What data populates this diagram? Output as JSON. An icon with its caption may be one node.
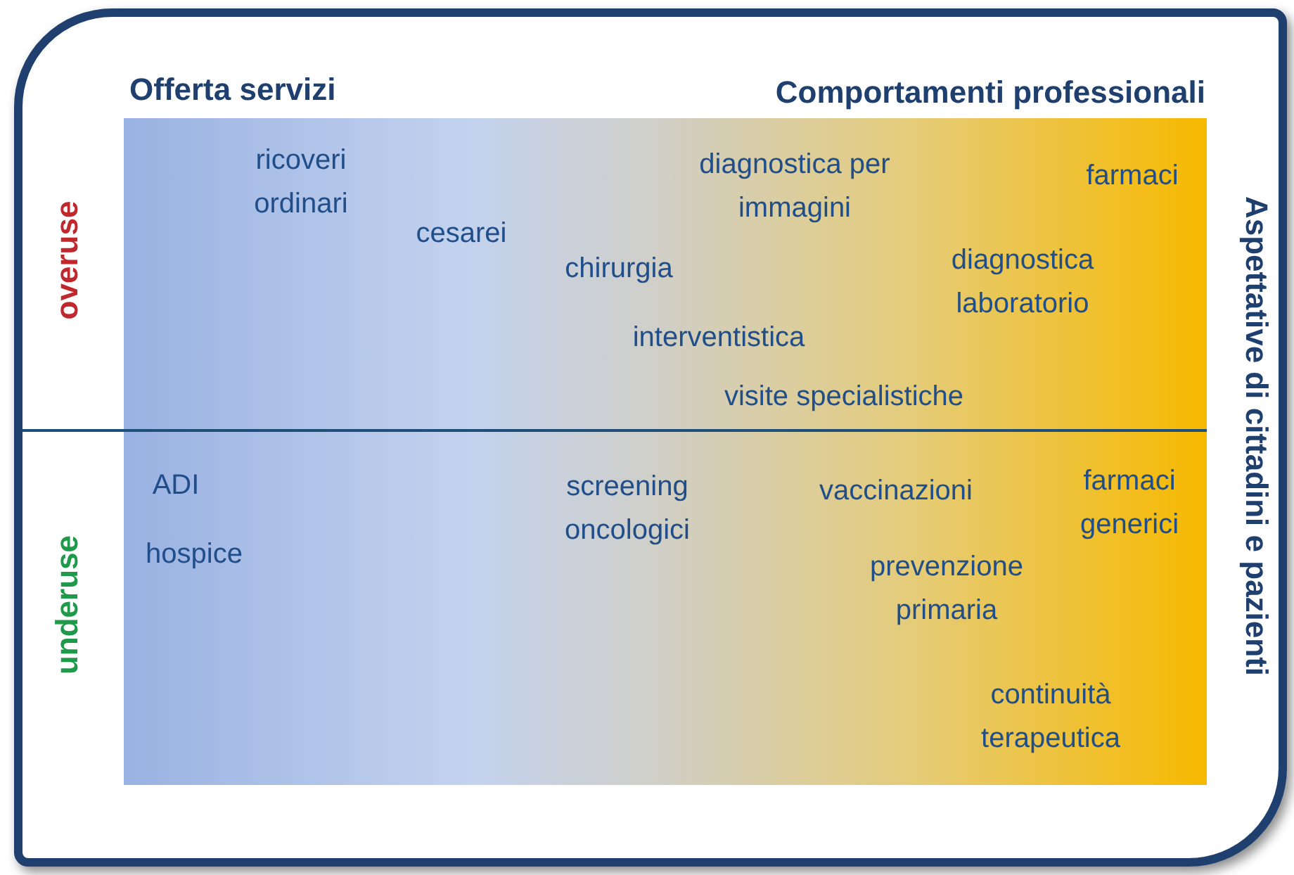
{
  "diagram": {
    "labels": [
      "Offerta servizi",
      "Comportamenti professionali",
      "overuse",
      "ricoveri ordinari",
      "cesarei",
      "diagnostica per immagini",
      "farmaci",
      "chirurgia",
      "diagnostica laboratorio",
      "interventistica",
      "visite specialistiche",
      "Aspettative di cittadini e pazienti",
      "ADI",
      "screening oncologici",
      "vaccinazioni",
      "farmaci generici",
      "hospice",
      "prevenzione primaria",
      "continuità terapeutica",
      "underuse"
    ]
  }
}
